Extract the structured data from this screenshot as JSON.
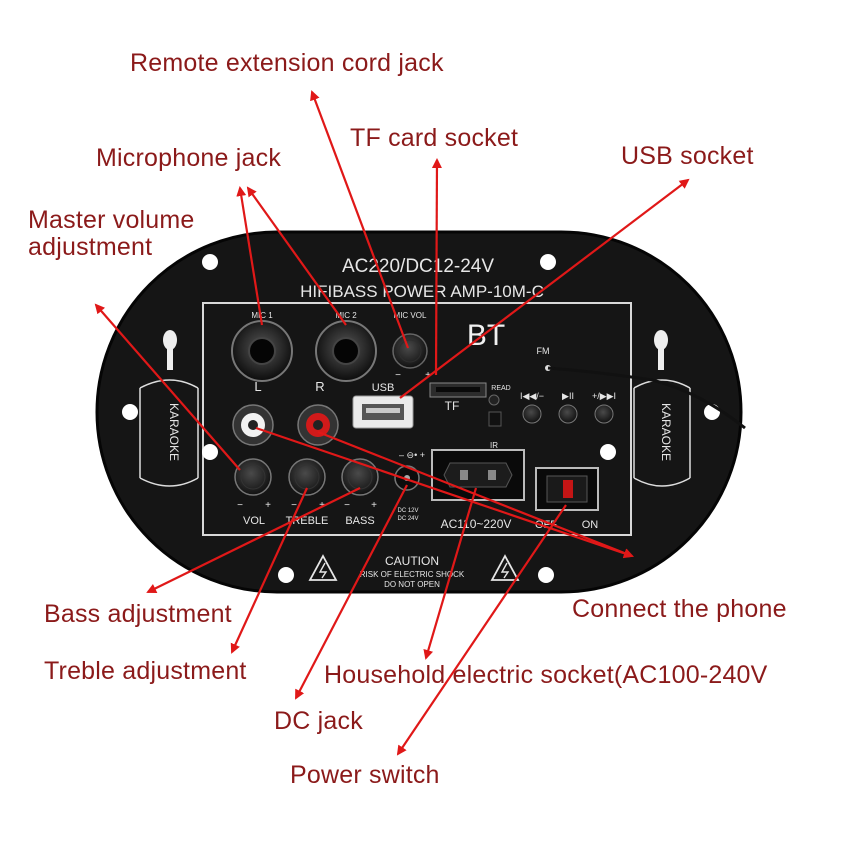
{
  "colors": {
    "label": "#8b1a1a",
    "arrow": "#e01818",
    "board": "#151515",
    "board_text": "#e6e6e6"
  },
  "callouts": {
    "remote_extension": "Remote extension cord jack",
    "tf_card": "TF card socket",
    "usb": "USB socket",
    "microphone": "Microphone jack",
    "master_volume_line1": "Master volume",
    "master_volume_line2": "adjustment",
    "connect_phone": "Connect the phone",
    "bass": "Bass adjustment",
    "treble": "Treble adjustment",
    "household": "Household electric socket(AC100-240V",
    "dc_jack": "DC jack",
    "power_switch": "Power switch"
  },
  "board": {
    "voltage_title": "AC220/DC12-24V",
    "model": "HIFIBASS POWER AMP-10M-C",
    "mic1": "MIC 1",
    "mic2": "MIC 2",
    "mic_vol": "MIC VOL",
    "bt": "BT",
    "fm": "FM",
    "usb": "USB",
    "tf": "TF",
    "read": "READ",
    "ir": "IR",
    "left": "L",
    "right": "R",
    "prev": "I◀◀/−",
    "play": "▶II",
    "next": "+/▶▶I",
    "vol": "VOL",
    "treble": "TREBLE",
    "bass": "BASS",
    "dc_spec1": "DC 12V",
    "dc_spec2": "DC 24V",
    "ac_range": "AC110~220V",
    "off": "OFF",
    "on": "ON",
    "caution": "CAUTION",
    "risk": "RISK OF ELECTRIC SHOCK",
    "do_not_open": "DO NOT OPEN",
    "karaoke": "KARAOKE",
    "minus": "−",
    "plus": "+"
  }
}
